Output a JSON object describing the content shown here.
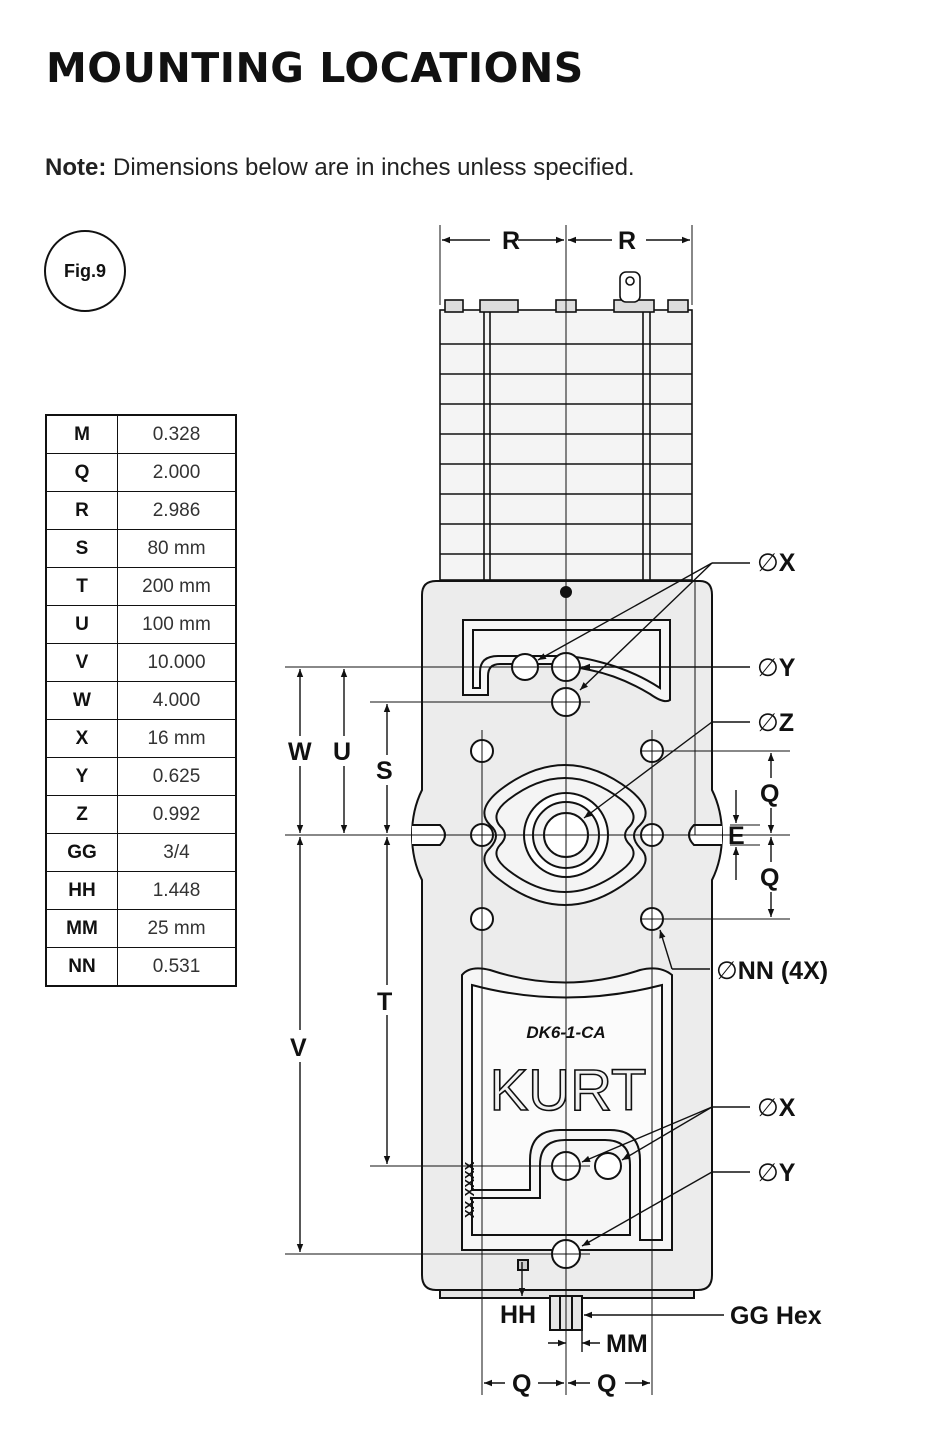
{
  "page": {
    "title": "MOUNTING LOCATIONS",
    "note_label": "Note:",
    "note_text": " Dimensions below are in inches unless specified.",
    "figure_label": "Fig.9"
  },
  "table": {
    "rows": [
      {
        "key": "M",
        "value": "0.328"
      },
      {
        "key": "Q",
        "value": "2.000"
      },
      {
        "key": "R",
        "value": "2.986"
      },
      {
        "key": "S",
        "value": "80 mm"
      },
      {
        "key": "T",
        "value": "200 mm"
      },
      {
        "key": "U",
        "value": "100 mm"
      },
      {
        "key": "V",
        "value": "10.000"
      },
      {
        "key": "W",
        "value": "4.000"
      },
      {
        "key": "X",
        "value": "16 mm"
      },
      {
        "key": "Y",
        "value": "0.625"
      },
      {
        "key": "Z",
        "value": "0.992"
      },
      {
        "key": "GG",
        "value": "3/4"
      },
      {
        "key": "HH",
        "value": "1.448"
      },
      {
        "key": "MM",
        "value": "25 mm"
      },
      {
        "key": "NN",
        "value": "0.531"
      }
    ]
  },
  "drawing": {
    "label_r": "R",
    "label_w": "W",
    "label_u": "U",
    "label_s": "S",
    "label_t": "T",
    "label_v": "V",
    "label_q": "Q",
    "label_e": "E",
    "label_hh": "HH",
    "label_mm": "MM",
    "label_x": "X",
    "label_y": "Y",
    "label_z": "Z",
    "label_nn": "NN (4X)",
    "label_gg": "GG Hex",
    "diameter_symbol": "∅",
    "part_marking": "DK6-1-CA",
    "brand": "KURT",
    "serial_marking": "XX-XXXX"
  }
}
